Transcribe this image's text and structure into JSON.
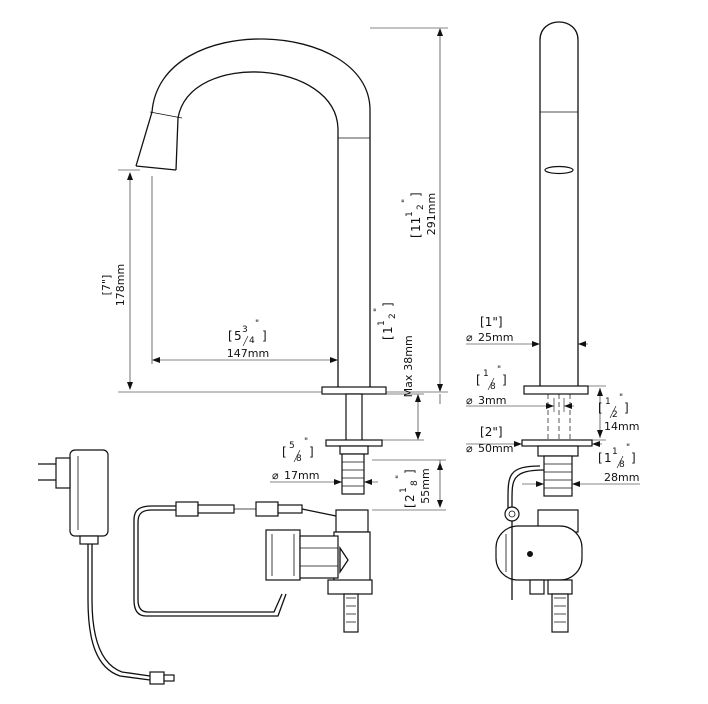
{
  "dimensions": {
    "spout_height": {
      "imperial": "7\"",
      "metric": "178mm"
    },
    "spout_reach": {
      "imperial_whole": "5",
      "imperial_num": "3",
      "imperial_den": "4",
      "metric": "147mm"
    },
    "total_height": {
      "imperial_whole": "11",
      "imperial_num": "1",
      "imperial_den": "2",
      "metric": "291mm"
    },
    "max_deck": {
      "imperial_whole": "1",
      "imperial_num": "1",
      "imperial_den": "2",
      "prefix": "Max",
      "metric": "38mm"
    },
    "shank": {
      "imperial_num": "5",
      "imperial_den": "8",
      "metric": "17mm"
    },
    "shank_length": {
      "imperial_whole": "2",
      "imperial_num": "1",
      "imperial_den": "8",
      "metric": "55mm"
    },
    "body_dia": {
      "imperial": "1\"",
      "metric": "25mm"
    },
    "hole_dia": {
      "imperial_num": "1",
      "imperial_den": "8",
      "metric": "3mm"
    },
    "base_dia": {
      "imperial": "2\"",
      "metric": "50mm"
    },
    "base_height": {
      "imperial_num": "1",
      "imperial_den": "2",
      "metric": "14mm"
    },
    "thread": {
      "imperial_whole": "1",
      "imperial_num": "1",
      "imperial_den": "8",
      "metric": "28mm"
    }
  },
  "symbols": {
    "diameter": "⌀",
    "bracket_open": "[",
    "bracket_close": "]",
    "inch": "\""
  }
}
